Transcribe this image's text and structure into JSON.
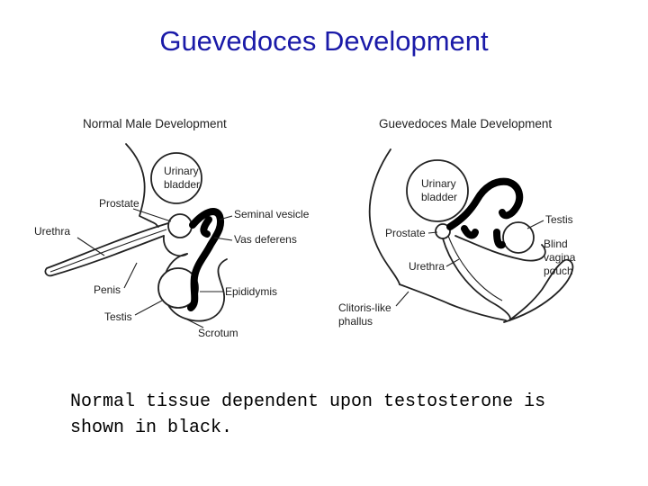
{
  "title": "Guevedoces Development",
  "panels": {
    "normal": {
      "title": "Normal Male Development",
      "labels": {
        "urinary_bladder_1": "Urinary",
        "urinary_bladder_2": "bladder",
        "prostate": "Prostate",
        "urethra": "Urethra",
        "seminal_vesicle": "Seminal vesicle",
        "vas_deferens": "Vas deferens",
        "penis": "Penis",
        "epididymis": "Epididymis",
        "testis": "Testis",
        "scrotum": "Scrotum"
      }
    },
    "guevedoces": {
      "title": "Guevedoces Male Development",
      "labels": {
        "urinary_bladder_1": "Urinary",
        "urinary_bladder_2": "bladder",
        "prostate": "Prostate",
        "testis": "Testis",
        "blind_vaginal_pouch_1": "Blind",
        "blind_vaginal_pouch_2": "vaginal",
        "blind_vaginal_pouch_3": "pouch",
        "urethra": "Urethra",
        "clitoris_phallus_1": "Clitoris-like",
        "clitoris_phallus_2": "phallus"
      }
    }
  },
  "caption_line1": "Normal tissue dependent upon testosterone is",
  "caption_line2": "shown in black."
}
